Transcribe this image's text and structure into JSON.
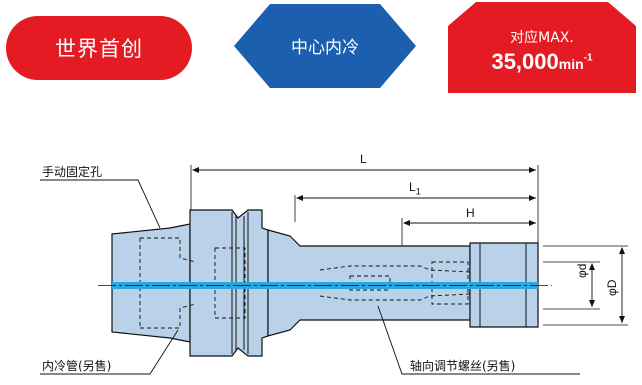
{
  "badges": {
    "first": "世界首创",
    "coolant": "中心内冷",
    "max_label": "对应MAX.",
    "speed_value": "35,000",
    "speed_unit": "min",
    "speed_exp": "-1"
  },
  "labels": {
    "wrench_hole": "手动固定孔",
    "coolant_pipe": "内冷管(另售)",
    "adjust_screw": "轴向调节螺丝(另售)"
  },
  "dimensions": {
    "L": "L",
    "L1": "L",
    "L1_sub": "1",
    "H": "H",
    "d": "φd",
    "D": "φD"
  },
  "colors": {
    "red": "#e41b23",
    "blue": "#1b5fae",
    "body_fill": "#b9d2ea",
    "coolant": "#29a8e0"
  }
}
